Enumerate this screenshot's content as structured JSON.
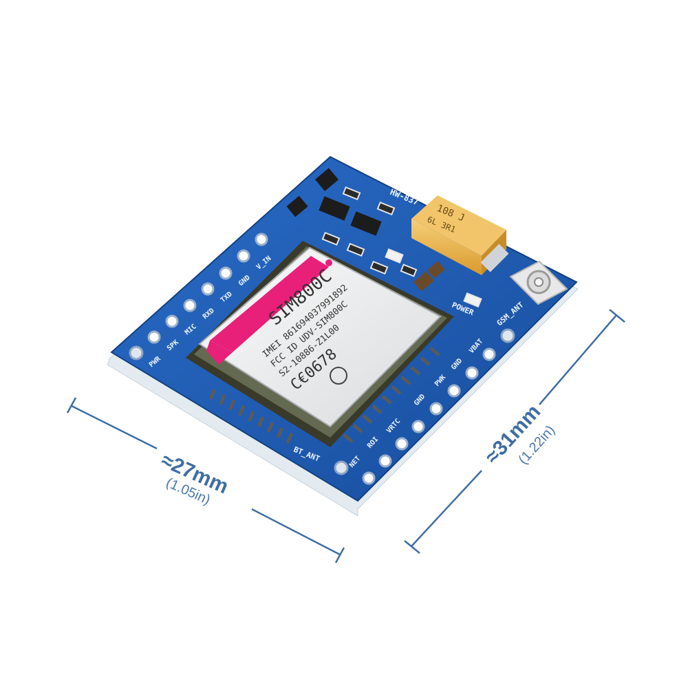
{
  "colors": {
    "pcb_blue": "#1f5db8",
    "pcb_edge": "#dfe8ef",
    "dimension_blue": "#3f6ea3",
    "module_pink": "#e8207a",
    "capacitor_amber": "#e8b24a"
  },
  "module": {
    "model": "SIM800C",
    "imei": "IMEI 861694037991892",
    "fcc": "FCC ID UDV-SIM800C",
    "code": "S2-10886-Z1L00",
    "ce_mark": "C€0678"
  },
  "capacitor": {
    "line1": "108 J",
    "line2": "6L 3R1"
  },
  "silkscreen": {
    "board_id": "HW-837",
    "gsm_antenna": "GSM_ANT",
    "bt_antenna": "BT_ANT",
    "power": "POWER",
    "left_pins": [
      "PWR",
      "SPK",
      "MIC",
      "RXD",
      "TXD",
      "GND",
      "V_IN"
    ],
    "bottom_pins": [
      "NET",
      "ROI",
      "VRTC",
      "GND",
      "PWK",
      "GND",
      "VBAT"
    ]
  },
  "dimensions": {
    "width_mm": "≈27mm",
    "width_in": "(1.05in)",
    "height_mm": "≈31mm",
    "height_in": "(1.22in)"
  }
}
